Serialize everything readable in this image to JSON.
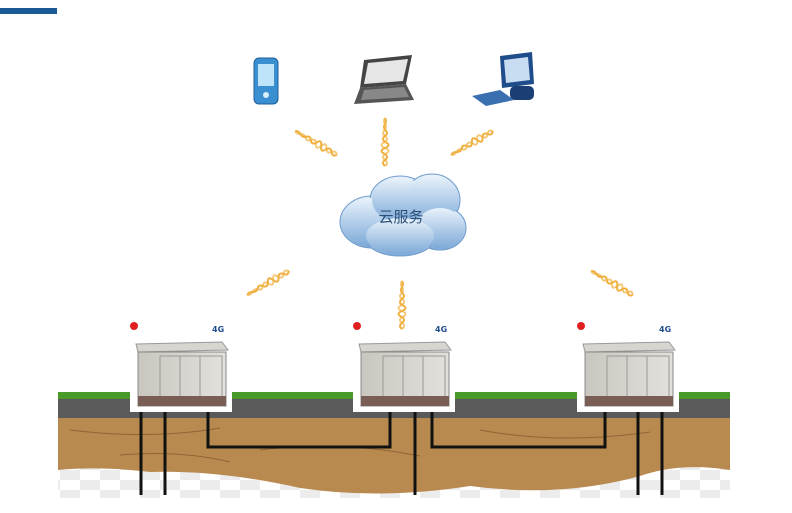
{
  "cloud": {
    "label": "云服务"
  },
  "substations": [
    {
      "badge": "4G"
    },
    {
      "badge": "4G"
    },
    {
      "badge": "4G"
    }
  ],
  "colors": {
    "accent_bar": "#1a5a96",
    "cloud": "#8fb8e0",
    "signal": "#f0b040",
    "grass": "#4a9a2a",
    "road": "#5a5a5a",
    "soil": "#b88a50",
    "cable": "#111111"
  }
}
